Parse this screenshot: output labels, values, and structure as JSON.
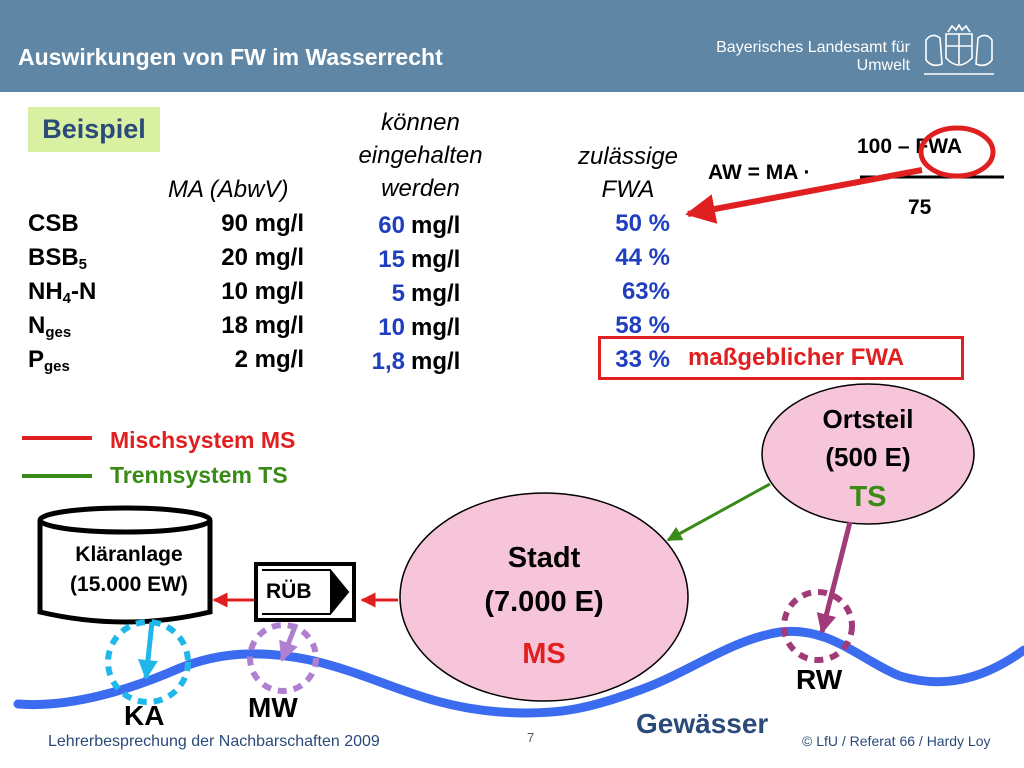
{
  "header": {
    "title": "Auswirkungen von FW im Wasserrecht",
    "org_line1": "Bayerisches Landesamt für",
    "org_line2": "Umwelt"
  },
  "example_label": "Beispiel",
  "table": {
    "col_ma": "MA (AbwV)",
    "col_kann_1": "können",
    "col_kann_2": "eingehalten",
    "col_kann_3": "werden",
    "col_fwa_1": "zulässige",
    "col_fwa_2": "FWA",
    "rows": [
      {
        "param": "CSB",
        "sub": "",
        "ma": "90 mg/l",
        "can": "60",
        "unit": "mg/l",
        "fwa": "50 %"
      },
      {
        "param": "BSB",
        "sub": "5",
        "ma": "20 mg/l",
        "can": "15",
        "unit": "mg/l",
        "fwa": "44 %"
      },
      {
        "param": "NH",
        "sub": "4",
        "suffix": "-N",
        "ma": "10 mg/l",
        "can": "5",
        "unit": "mg/l",
        "fwa": "63%"
      },
      {
        "param": "N",
        "sub": "ges",
        "ma": "18 mg/l",
        "can": "10",
        "unit": "mg/l",
        "fwa": "58 %"
      },
      {
        "param": "P",
        "sub": "ges",
        "ma": "2 mg/l",
        "can": "1,8",
        "unit": "mg/l",
        "fwa": "33 %"
      }
    ],
    "decisive_label": "maßgeblicher FWA"
  },
  "formula": {
    "lhs": "AW = MA ·",
    "numerator": "100 – FWA",
    "denominator": "75"
  },
  "legend": {
    "ms": "Mischsystem MS",
    "ts": "Trennsystem TS"
  },
  "diagram": {
    "plant_line1": "Kläranlage",
    "plant_line2": "(15.000 EW)",
    "rub": "RÜB",
    "city_name": "Stadt",
    "city_pop": "(7.000 E)",
    "city_system": "MS",
    "district_name": "Ortsteil",
    "district_pop": "(500 E)",
    "district_system": "TS",
    "label_ka": "KA",
    "label_mw": "MW",
    "label_rw": "RW",
    "water": "Gewässer"
  },
  "colors": {
    "header_bg": "#5f86a4",
    "mixed_system": "#e02020",
    "separate_system": "#3a8a18",
    "river": "#3b6cf0",
    "ellipse_fill": "#f7c5d9"
  },
  "footer": {
    "left": "Lehrerbesprechung  der Nachbarschaften 2009",
    "page": "7",
    "right": "© LfU / Referat 66 / Hardy Loy"
  }
}
